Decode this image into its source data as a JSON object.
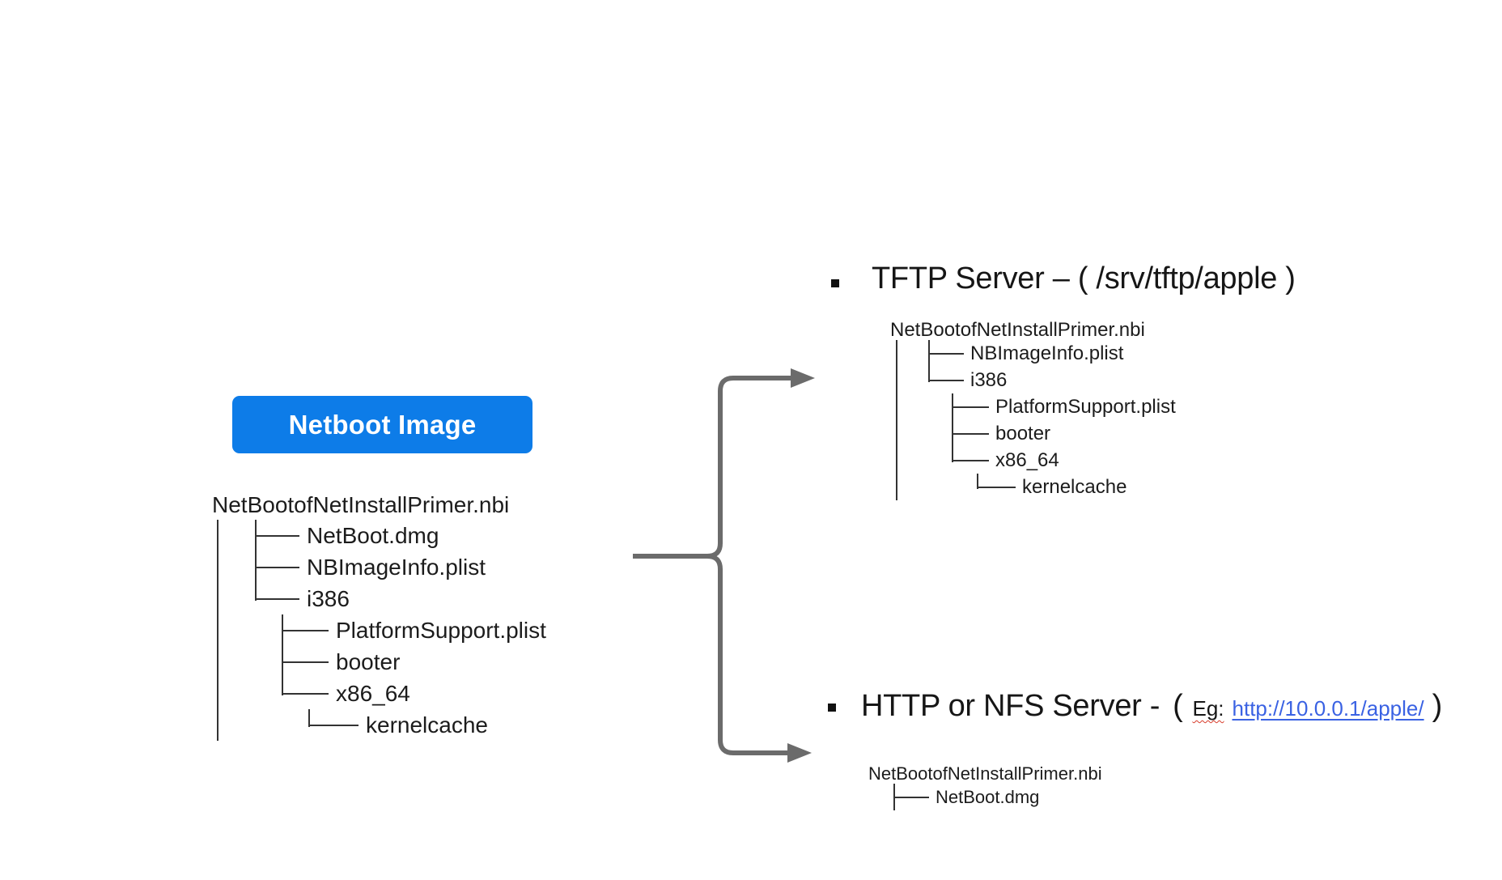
{
  "colors": {
    "button_bg": "#0d7ce8",
    "button_text": "#ffffff",
    "link": "#3a62e3",
    "arrow": "#6b6b6b",
    "tree_line": "#333333",
    "text": "#1c1c1c",
    "heading": "#161616",
    "squiggle": "#d83b2a",
    "bullet": "#111111"
  },
  "netboot_button": {
    "label": "Netboot Image"
  },
  "source_tree": {
    "root": "NetBootofNetInstallPrimer.nbi",
    "trunk": true,
    "rows": [
      {
        "label": "NetBoot.dmg",
        "depth": 1,
        "branch": "tee"
      },
      {
        "label": "NBImageInfo.plist",
        "depth": 1,
        "branch": "tee"
      },
      {
        "label": "i386",
        "depth": 1,
        "branch": "elbow"
      },
      {
        "label": "PlatformSupport.plist",
        "depth": 2,
        "branch": "tee"
      },
      {
        "label": "booter",
        "depth": 2,
        "branch": "tee"
      },
      {
        "label": "x86_64",
        "depth": 2,
        "branch": "elbow"
      },
      {
        "label": "kernelcache",
        "depth": 3,
        "branch": "elbow"
      }
    ]
  },
  "tftp_section": {
    "heading": "TFTP Server – ( /srv/tftp/apple )",
    "tree": {
      "root": "NetBootofNetInstallPrimer.nbi",
      "trunk": true,
      "rows": [
        {
          "label": "NBImageInfo.plist",
          "depth": 1,
          "branch": "tee"
        },
        {
          "label": "i386",
          "depth": 1,
          "branch": "elbow"
        },
        {
          "label": "PlatformSupport.plist",
          "depth": 2,
          "branch": "tee"
        },
        {
          "label": "booter",
          "depth": 2,
          "branch": "tee"
        },
        {
          "label": "x86_64",
          "depth": 2,
          "branch": "elbow"
        },
        {
          "label": "kernelcache",
          "depth": 3,
          "branch": "elbow"
        }
      ]
    }
  },
  "http_section": {
    "heading_prefix": "HTTP or NFS Server -",
    "paren_open": "(",
    "eg_label": "Eg:",
    "link_text": "http://10.0.0.1/apple/",
    "paren_close": ")",
    "tree": {
      "root": "NetBootofNetInstallPrimer.nbi",
      "trunk": false,
      "rows": [
        {
          "label": "NetBoot.dmg",
          "depth": 1,
          "branch": "tee"
        }
      ]
    }
  }
}
